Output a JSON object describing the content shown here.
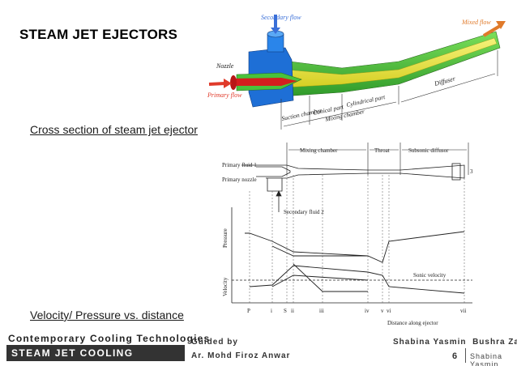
{
  "slide": {
    "title": "STEAM JET EJECTORS",
    "caption_top": "Cross section of steam jet ejector",
    "caption_bottom": "Velocity/ Pressure vs. distance"
  },
  "figure_top": {
    "labels": {
      "secondary_flow": "Secondary flow",
      "mixed_flow": "Mixed flow",
      "nozzle": "Nozzle",
      "primary_flow": "Primary flow",
      "suction_chamber": "Suction chamber",
      "conical_part": "Conical part",
      "cylindrical_part": "Cylindrical part",
      "mixing_chamber": "Mixing chamber",
      "diffuser": "Diffuser"
    },
    "colors": {
      "green": "#49c23b",
      "yellow": "#e8e63a",
      "blue": "#1e6fd6",
      "red": "#d41e1e",
      "arrow_red": "#e03a2a",
      "arrow_blue": "#3a6fd8"
    }
  },
  "figure_bottom": {
    "sections": {
      "mixing_chamber": "Mixing chamber",
      "throat": "Throat",
      "subsonic_diffusor": "Subsonic diffusor"
    },
    "labels": {
      "primary_fluid_1": "Primary fluid 1",
      "primary_nozzle": "Primary nozzle",
      "secondary_fluid_2": "Secondary fluid 2",
      "outlet": "3",
      "pressure": "Pressure",
      "velocity": "Velocity",
      "sonic_velocity": "Sonic velocity",
      "distance": "Distance along ejector"
    },
    "stations": [
      "P",
      "i",
      "S",
      "ii",
      "iii",
      "iv",
      "v",
      "vi",
      "vii"
    ]
  },
  "footer": {
    "course": "Contemporary Cooling Technologies",
    "topic": "STEAM JET COOLING",
    "guided_by": "Guided by",
    "guide": "Ar. Mohd Firoz Anwar",
    "authors": "Shabina Yasmin  Bushra Zaidi",
    "page": "6",
    "author_short": "Shabina Yasmin"
  }
}
